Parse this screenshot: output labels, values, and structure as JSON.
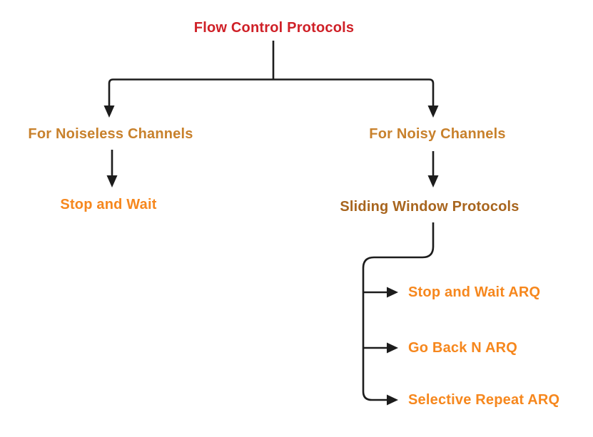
{
  "colors": {
    "background": "#ffffff",
    "line": "#1c1c1c",
    "root": "#cf2027",
    "channel": "#c8812c",
    "leaf": "#f6871d",
    "sliding": "#a8651e"
  },
  "diagram": {
    "type": "tree-flowchart",
    "nodes": {
      "root": {
        "label": "Flow Control Protocols"
      },
      "noiseless": {
        "label": "For Noiseless Channels"
      },
      "noisy": {
        "label": "For Noisy Channels"
      },
      "stop_and_wait": {
        "label": "Stop and Wait"
      },
      "sliding_window": {
        "label": "Sliding Window Protocols"
      },
      "stop_and_wait_arq": {
        "label": "Stop and Wait ARQ"
      },
      "go_back_n_arq": {
        "label": "Go Back N ARQ"
      },
      "selective_repeat_arq": {
        "label": "Selective Repeat ARQ"
      }
    },
    "edges": [
      {
        "from": "Flow Control Protocols",
        "to": "For Noiseless Channels"
      },
      {
        "from": "Flow Control Protocols",
        "to": "For Noisy Channels"
      },
      {
        "from": "For Noiseless Channels",
        "to": "Stop and Wait"
      },
      {
        "from": "For Noisy Channels",
        "to": "Sliding Window Protocols"
      },
      {
        "from": "Sliding Window Protocols",
        "to": "Stop and Wait ARQ"
      },
      {
        "from": "Sliding Window Protocols",
        "to": "Go Back N ARQ"
      },
      {
        "from": "Sliding Window Protocols",
        "to": "Selective Repeat ARQ"
      }
    ]
  }
}
